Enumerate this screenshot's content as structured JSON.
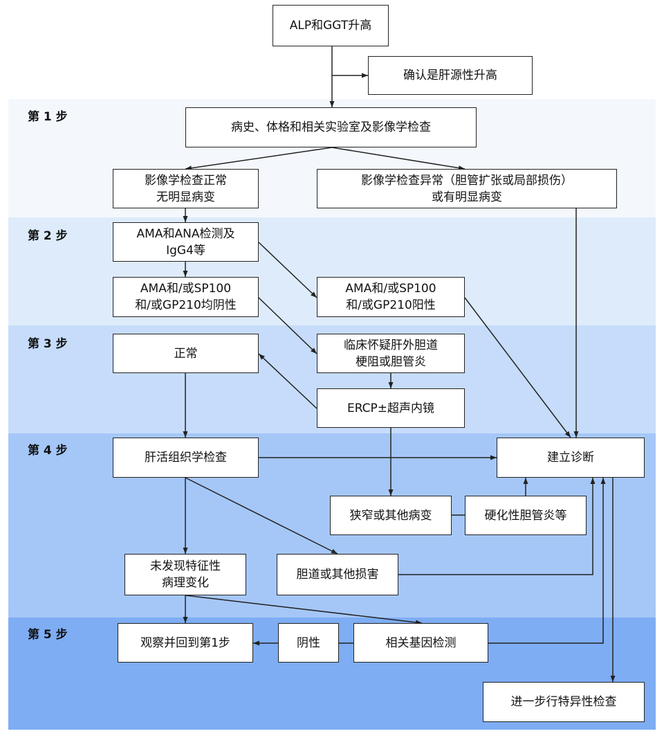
{
  "bands": [
    {
      "color": "#f4f8fd"
    },
    {
      "color": "#deebfa"
    },
    {
      "color": "#c6dcfa"
    },
    {
      "color": "#a5c7f8"
    },
    {
      "color": "#7eadf4"
    }
  ],
  "steps": [
    "第 1 步",
    "第 2 步",
    "第 3 步",
    "第 4 步",
    "第 5 步"
  ],
  "nodes": {
    "start": "ALP和GGT升高",
    "confirm": "确认是肝源性升高",
    "history": "病史、体格和相关实验室及影像学检查",
    "img_normal": "影像学检查正常\n无明显病变",
    "img_abnormal": "影像学检查异常（胆管扩张或局部损伤）\n或有明显病变",
    "ama_test": "AMA和ANA检测及\nIgG4等",
    "ama_neg": "AMA和/或SP100\n和/或GP210均阴性",
    "ama_pos": "AMA和/或SP100\n和/或GP210阳性",
    "normal": "正常",
    "suspect": "临床怀疑肝外胆道\n梗阻或胆管炎",
    "ercp": "ERCP±超声内镜",
    "biopsy": "肝活组织学检查",
    "diagnosis": "建立诊断",
    "stenosis": "狭窄或其他病变",
    "sclerosing": "硬化性胆管炎等",
    "no_feature": "未发现特征性\n病理变化",
    "bile_damage": "胆道或其他损害",
    "observe": "观察并回到第1步",
    "negative": "阴性",
    "gene_test": "相关基因检测",
    "further": "进一步行特异性检查"
  }
}
